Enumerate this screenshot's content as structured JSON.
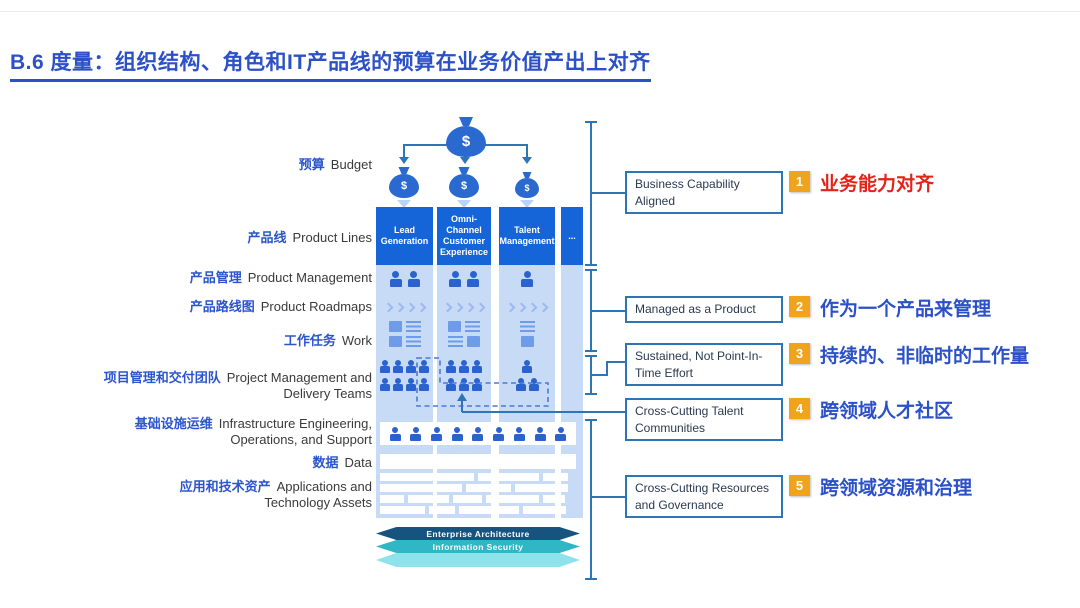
{
  "title": {
    "text": "B.6 度量：组织结构、角色和IT产品线的预算在业务价值产出上对齐"
  },
  "colors": {
    "accent_blue": "#2b55cd",
    "header_blue": "#1565d9",
    "column_fill": "#c7dbf7",
    "connector_blue": "#2e75b6",
    "badge_orange": "#f0a41b",
    "alert_red": "#e3231a",
    "banner_ea": "#16537e",
    "banner_is": "#2fb7c6",
    "banner_third": "#8ee2ec"
  },
  "left_labels": [
    {
      "zh": "预算",
      "en": "Budget"
    },
    {
      "zh": "产品线",
      "en": "Product Lines"
    },
    {
      "zh": "产品管理",
      "en": "Product Management"
    },
    {
      "zh": "产品路线图",
      "en": "Product Roadmaps"
    },
    {
      "zh": "工作任务",
      "en": "Work"
    },
    {
      "zh": "项目管理和交付团队",
      "en": "Project Management and Delivery Teams"
    },
    {
      "zh": "基础设施运维",
      "en": "Infrastructure Engineering, Operations, and Support"
    },
    {
      "zh": "数据",
      "en": "Data"
    },
    {
      "zh": "应用和技术资产",
      "en": "Applications and Technology Assets"
    }
  ],
  "columns": [
    {
      "label": "Lead Generation"
    },
    {
      "label": "Omni-Channel Customer Experience"
    },
    {
      "label": "Talent Management"
    },
    {
      "label": "..."
    }
  ],
  "banners": [
    {
      "label": "Enterprise Architecture",
      "color": "#16537e"
    },
    {
      "label": "Information Security",
      "color": "#2fb7c6"
    },
    {
      "label": "",
      "color": "#8ee2ec"
    }
  ],
  "callouts": [
    {
      "num": "1",
      "en": "Business Capability Aligned",
      "zh": "业务能力对齐",
      "zh_color": "#e3231a"
    },
    {
      "num": "2",
      "en": "Managed as a Product",
      "zh": "作为一个产品来管理",
      "zh_color": "#2b50c8"
    },
    {
      "num": "3",
      "en": "Sustained, Not Point-In-Time Effort",
      "zh": "持续的、非临时的工作量",
      "zh_color": "#2b50c8"
    },
    {
      "num": "4",
      "en": "Cross-Cutting Talent Communities",
      "zh": "跨领域人才社区",
      "zh_color": "#2b50c8"
    },
    {
      "num": "5",
      "en": "Cross-Cutting Resources and Governance",
      "zh": "跨领域资源和治理",
      "zh_color": "#2b50c8"
    }
  ],
  "icons": {
    "dollar": "$"
  },
  "figure": {
    "product_mgmt_persons": [
      2,
      2,
      1
    ],
    "roadmap_chevrons": [
      4,
      4,
      4
    ],
    "team_rows": [
      [
        4,
        4
      ],
      [
        3,
        3
      ],
      [
        1,
        2
      ]
    ],
    "infra_persons": 9
  }
}
